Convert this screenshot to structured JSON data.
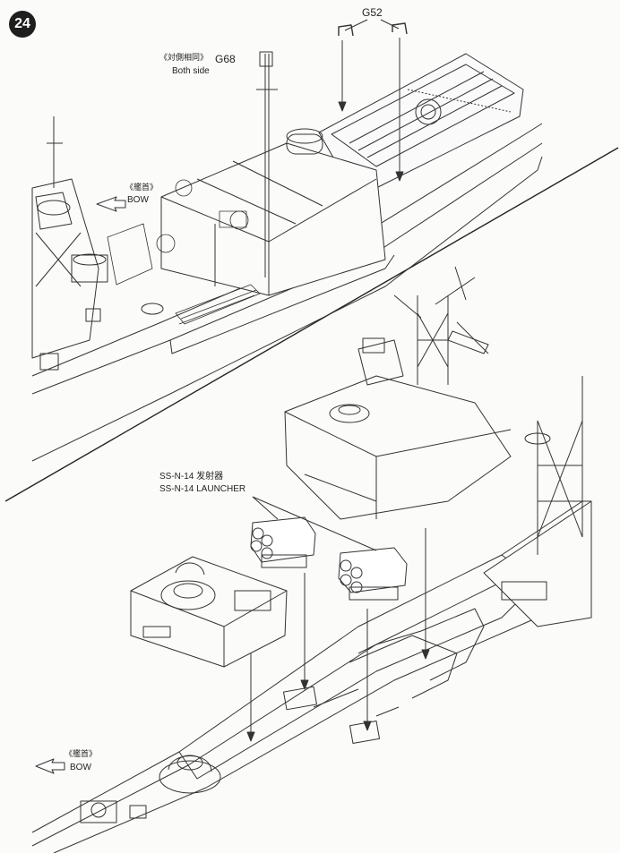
{
  "step": {
    "number": "24"
  },
  "top_panel": {
    "part_g52": "G52",
    "part_g68": "G68",
    "both_side_cn": "《対側相同》",
    "both_side_en": "Both side",
    "bow_cn": "《艦首》",
    "bow_en": "BOW"
  },
  "bottom_panel": {
    "launcher_cn": "SS-N-14  发射器",
    "launcher_en": "SS-N-14 LAUNCHER",
    "bow_cn": "《艦首》",
    "bow_en": "BOW"
  }
}
